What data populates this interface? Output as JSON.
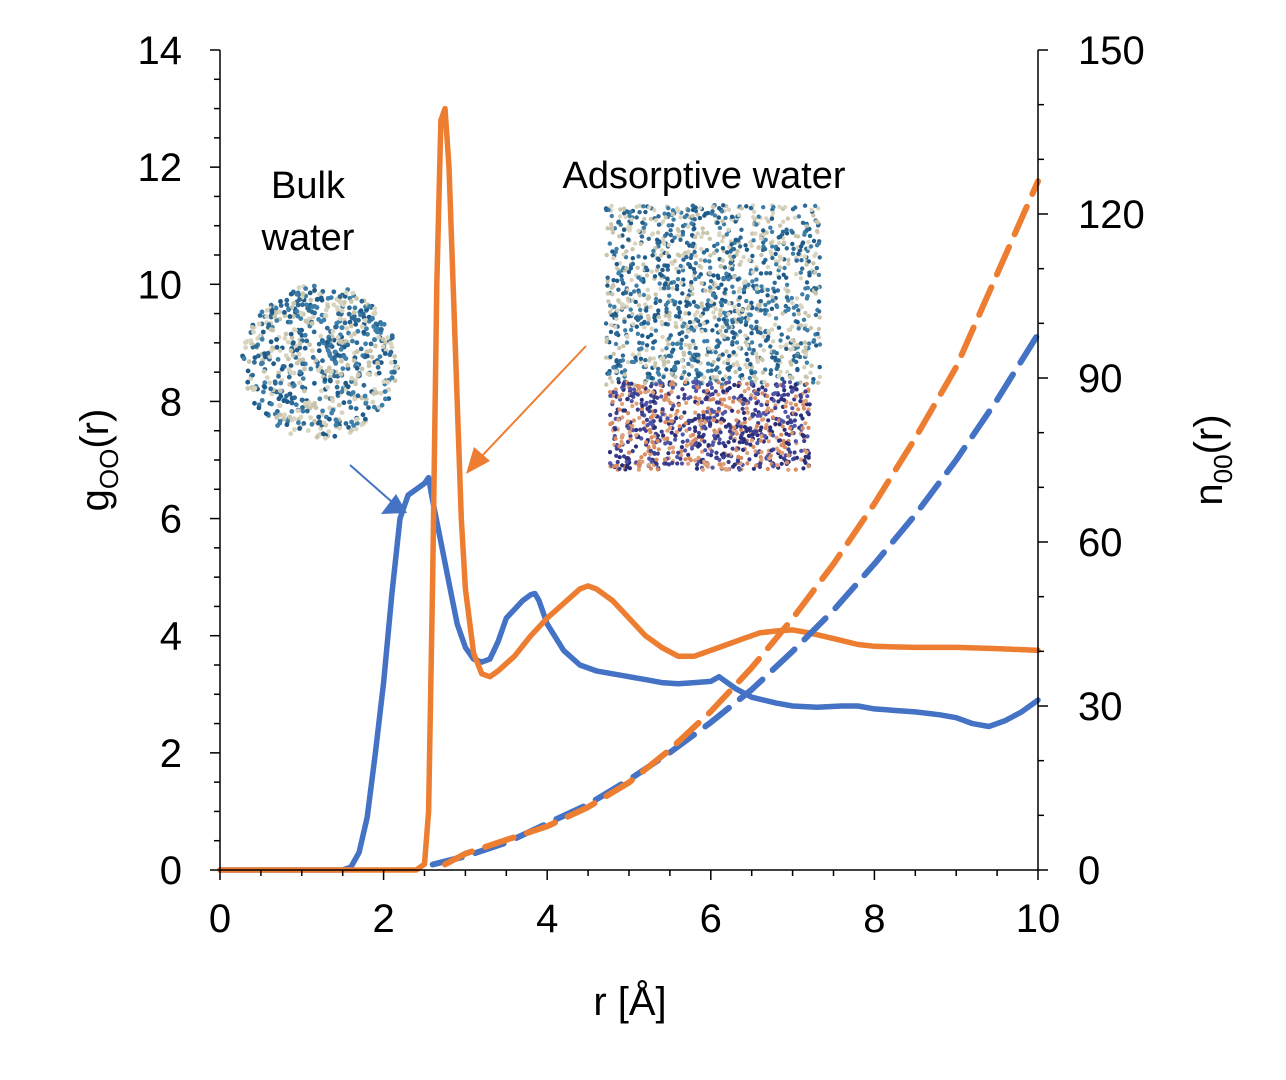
{
  "chart_data": {
    "type": "line",
    "xlabel": "r [Å]",
    "ylabel_left": {
      "main": "g",
      "sub": "OO",
      "suffix": "(r)"
    },
    "ylabel_right": {
      "main": "n",
      "sub": "00",
      "suffix": "(r)"
    },
    "xlim": [
      0,
      10
    ],
    "ylim_left": [
      0,
      14
    ],
    "ylim_right": [
      0,
      150
    ],
    "x_ticks": [
      0,
      2,
      4,
      6,
      8,
      10
    ],
    "y_ticks_left": [
      0,
      2,
      4,
      6,
      8,
      10,
      12,
      14
    ],
    "y_ticks_right": [
      0,
      30,
      60,
      90,
      120,
      150
    ],
    "grid": false,
    "colors": {
      "bulk": "#4472c4",
      "adsorptive": "#ed7d31"
    },
    "annotations": {
      "bulk_line1": "Bulk",
      "bulk_line2": "water",
      "adsorptive": "Adsorptive water"
    },
    "series": [
      {
        "key": "g_bulk",
        "axis": "left",
        "style": "solid",
        "color": "#4472c4",
        "x": [
          0,
          1.5,
          1.6,
          1.7,
          1.8,
          1.9,
          2.0,
          2.1,
          2.2,
          2.3,
          2.4,
          2.5,
          2.55,
          2.6,
          2.7,
          2.8,
          2.9,
          3.0,
          3.1,
          3.2,
          3.3,
          3.4,
          3.5,
          3.6,
          3.7,
          3.8,
          3.85,
          3.9,
          4.0,
          4.2,
          4.4,
          4.6,
          4.8,
          5.0,
          5.2,
          5.4,
          5.6,
          5.8,
          6.0,
          6.1,
          6.3,
          6.5,
          6.8,
          7.0,
          7.3,
          7.6,
          7.8,
          8.0,
          8.3,
          8.5,
          8.8,
          9.0,
          9.2,
          9.4,
          9.6,
          9.8,
          10.0
        ],
        "y": [
          0,
          0.0,
          0.05,
          0.3,
          0.9,
          2.0,
          3.2,
          4.7,
          6.0,
          6.4,
          6.5,
          6.6,
          6.7,
          6.3,
          5.6,
          4.9,
          4.2,
          3.8,
          3.6,
          3.55,
          3.6,
          3.9,
          4.3,
          4.45,
          4.6,
          4.7,
          4.72,
          4.6,
          4.2,
          3.75,
          3.5,
          3.4,
          3.35,
          3.3,
          3.25,
          3.2,
          3.18,
          3.2,
          3.22,
          3.3,
          3.1,
          2.95,
          2.85,
          2.8,
          2.78,
          2.8,
          2.8,
          2.75,
          2.72,
          2.7,
          2.65,
          2.6,
          2.5,
          2.45,
          2.55,
          2.7,
          2.9
        ]
      },
      {
        "key": "g_adsorptive",
        "axis": "left",
        "style": "solid",
        "color": "#ed7d31",
        "x": [
          0,
          2.4,
          2.5,
          2.55,
          2.6,
          2.65,
          2.7,
          2.75,
          2.8,
          2.85,
          2.9,
          2.95,
          3.0,
          3.1,
          3.2,
          3.3,
          3.4,
          3.6,
          3.8,
          4.0,
          4.2,
          4.4,
          4.5,
          4.6,
          4.8,
          5.0,
          5.2,
          5.4,
          5.6,
          5.8,
          6.0,
          6.2,
          6.4,
          6.6,
          6.8,
          7.0,
          7.2,
          7.5,
          7.8,
          8.0,
          8.5,
          9.0,
          9.5,
          10.0
        ],
        "y": [
          0,
          0.0,
          0.1,
          1.0,
          5.0,
          10.0,
          12.8,
          13.0,
          12.0,
          10.0,
          8.0,
          6.0,
          4.8,
          3.7,
          3.35,
          3.3,
          3.4,
          3.65,
          4.0,
          4.3,
          4.55,
          4.8,
          4.85,
          4.8,
          4.6,
          4.3,
          4.0,
          3.8,
          3.65,
          3.65,
          3.75,
          3.85,
          3.95,
          4.05,
          4.08,
          4.1,
          4.05,
          3.95,
          3.85,
          3.82,
          3.8,
          3.8,
          3.78,
          3.75
        ]
      },
      {
        "key": "n_bulk",
        "axis": "right",
        "style": "dashed",
        "color": "#4472c4",
        "x": [
          2.6,
          3.0,
          3.5,
          4.0,
          4.5,
          5.0,
          5.5,
          6.0,
          6.5,
          7.0,
          7.5,
          8.0,
          8.5,
          9.0,
          9.5,
          10.0
        ],
        "y": [
          1.0,
          2.5,
          5.0,
          8.5,
          12.0,
          16.5,
          21.5,
          27.0,
          33.0,
          40.0,
          47.5,
          56.0,
          65.0,
          75.0,
          86.0,
          98.0
        ]
      },
      {
        "key": "n_adsorptive",
        "axis": "right",
        "style": "dashed",
        "color": "#ed7d31",
        "x": [
          2.75,
          3.0,
          3.5,
          4.0,
          4.5,
          5.0,
          5.5,
          6.0,
          6.5,
          7.0,
          7.5,
          8.0,
          8.5,
          9.0,
          9.5,
          10.0
        ],
        "y": [
          1.0,
          3.0,
          5.5,
          8.0,
          11.5,
          16.0,
          22.0,
          29.0,
          37.0,
          46.0,
          56.0,
          67.0,
          79.0,
          92.0,
          109.0,
          126.0
        ]
      }
    ]
  }
}
